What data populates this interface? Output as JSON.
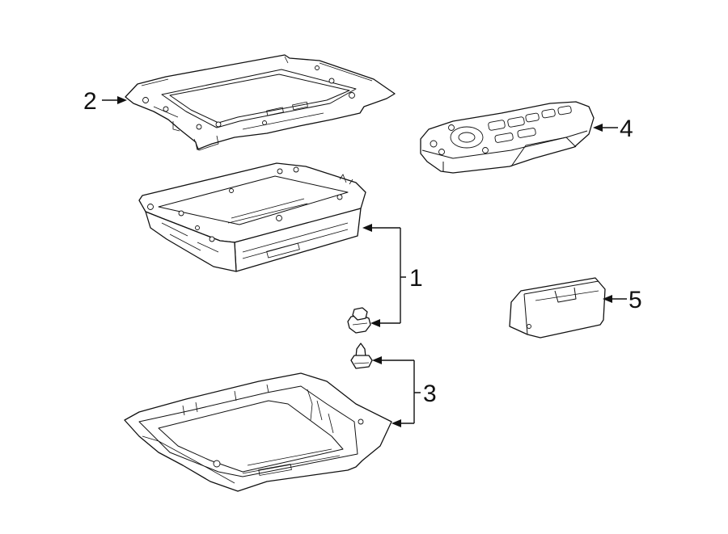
{
  "callouts": [
    {
      "number": "1",
      "part": "display-unit"
    },
    {
      "number": "2",
      "part": "mounting-bracket"
    },
    {
      "number": "3",
      "part": "lower-housing-and-fastener"
    },
    {
      "number": "4",
      "part": "remote-control"
    },
    {
      "number": "5",
      "part": "holder-clip"
    }
  ],
  "icons": [
    "mounting-bracket",
    "display-unit",
    "nut",
    "screw",
    "housing",
    "remote-control",
    "holder"
  ]
}
